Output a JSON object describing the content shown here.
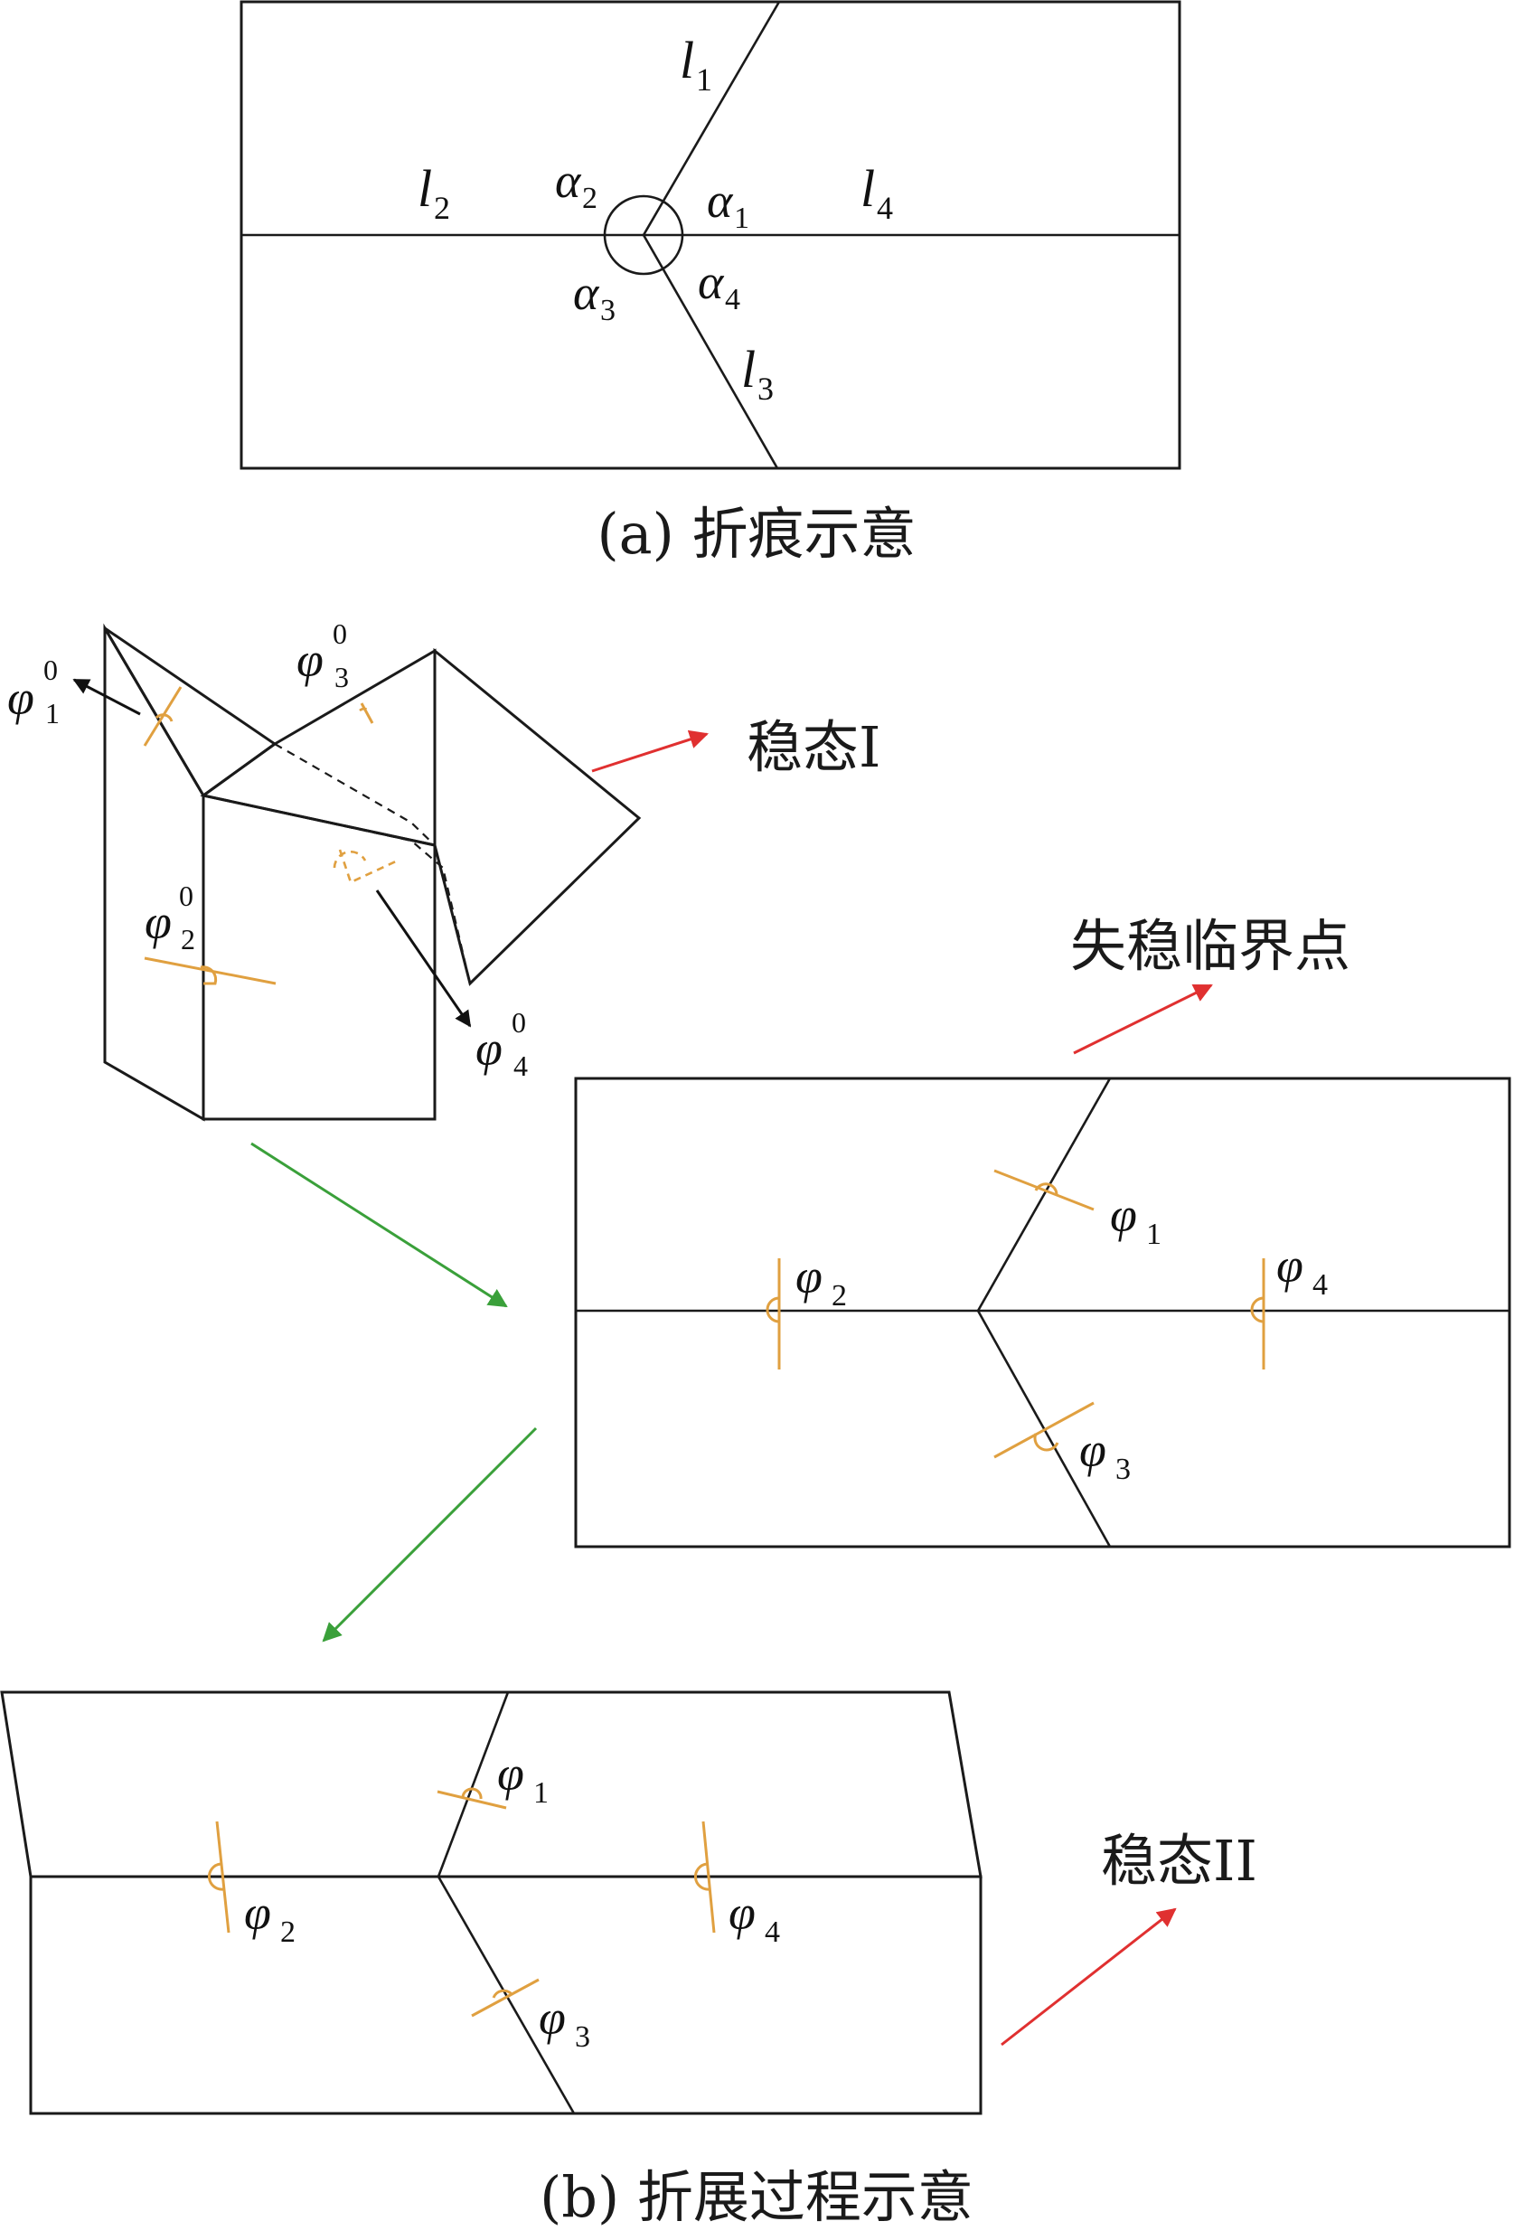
{
  "panel_a": {
    "caption": "(a) 折痕示意",
    "crease_labels": [
      {
        "sym": "l",
        "sub": "1"
      },
      {
        "sym": "l",
        "sub": "2"
      },
      {
        "sym": "l",
        "sub": "3"
      },
      {
        "sym": "l",
        "sub": "4"
      }
    ],
    "angle_labels": [
      {
        "sym": "α",
        "sub": "1"
      },
      {
        "sym": "α",
        "sub": "2"
      },
      {
        "sym": "α",
        "sub": "3"
      },
      {
        "sym": "α",
        "sub": "4"
      }
    ]
  },
  "panel_b": {
    "caption": "(b) 折展过程示意",
    "state_labels": {
      "stable_1": "稳态I",
      "critical": "失稳临界点",
      "stable_2": "稳态II"
    },
    "initial_angles": [
      {
        "sym": "φ",
        "sub": "1",
        "sup": "0"
      },
      {
        "sym": "φ",
        "sub": "2",
        "sup": "0"
      },
      {
        "sym": "φ",
        "sub": "3",
        "sup": "0"
      },
      {
        "sym": "φ",
        "sub": "4",
        "sup": "0"
      }
    ],
    "critical_angles": [
      {
        "sym": "φ",
        "sub": "1"
      },
      {
        "sym": "φ",
        "sub": "2"
      },
      {
        "sym": "φ",
        "sub": "3"
      },
      {
        "sym": "φ",
        "sub": "4"
      }
    ],
    "final_angles": [
      {
        "sym": "φ",
        "sub": "1"
      },
      {
        "sym": "φ",
        "sub": "2"
      },
      {
        "sym": "φ",
        "sub": "3"
      },
      {
        "sym": "φ",
        "sub": "4"
      }
    ]
  },
  "colors": {
    "panel_fill": "#5ba3d0",
    "fold_fill": "#0099d5",
    "angle_marker": "#e0a040",
    "arrow_red": "#e03030",
    "arrow_green": "#3aa03a",
    "edge": "#1a1a1a"
  }
}
